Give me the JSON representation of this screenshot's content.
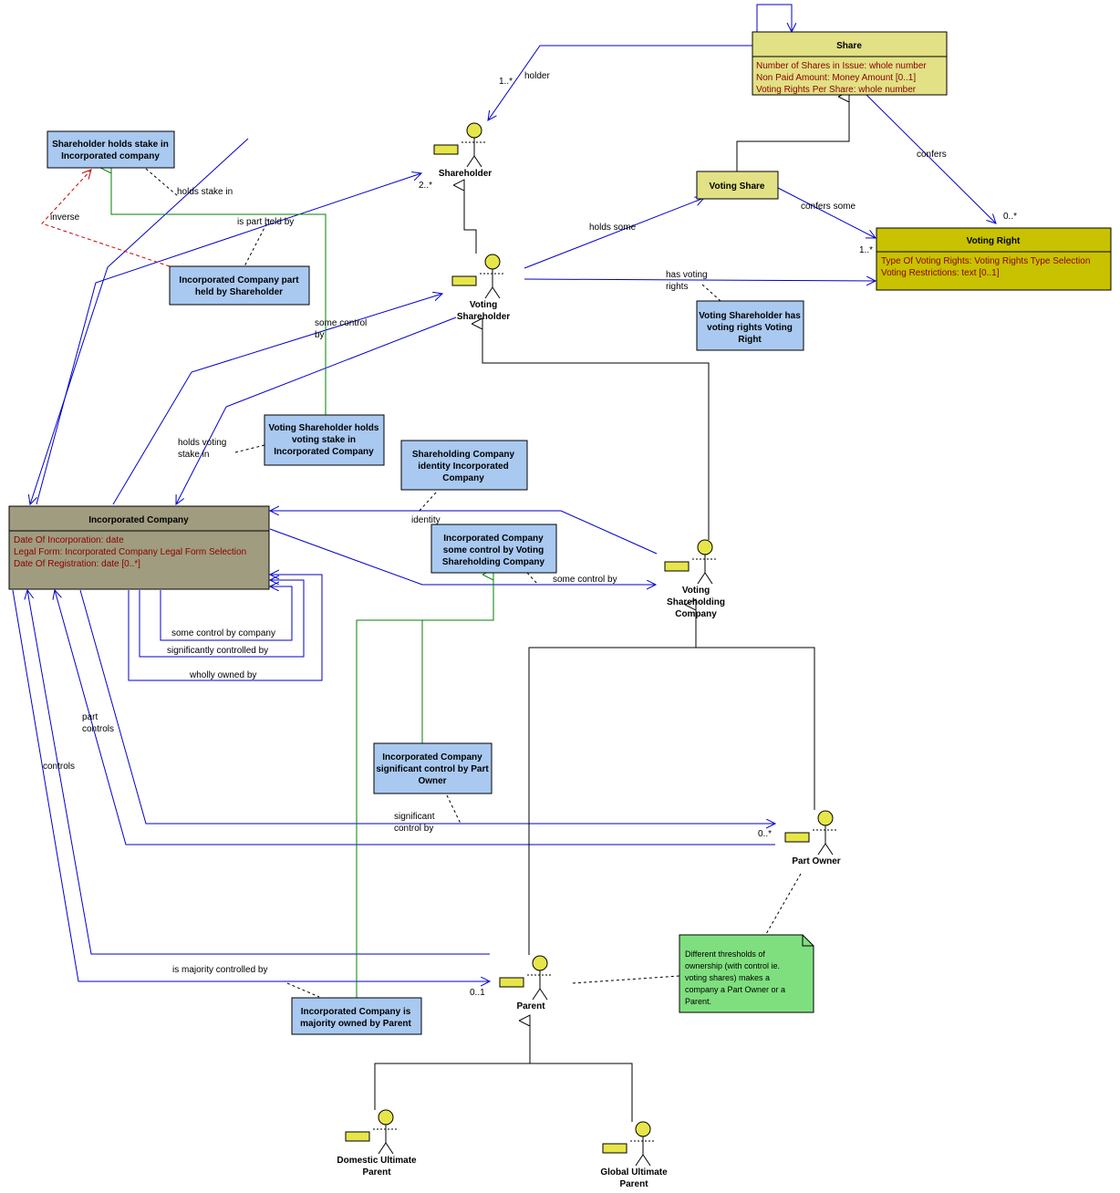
{
  "classes": {
    "share": {
      "title": "Share",
      "attrs": [
        "Number of Shares in Issue:  whole number",
        "Non Paid Amount:  Money Amount [0..1]",
        "Voting Rights Per Share:  whole number"
      ],
      "fill": "#e2e185"
    },
    "voting_share": {
      "title": "Voting Share",
      "fill": "#e2e185"
    },
    "voting_right": {
      "title": "Voting Right",
      "attrs": [
        "Type Of Voting Rights:  Voting Rights Type Selection",
        "Voting Restrictions:  text [0..1]"
      ],
      "fill": "#c8c200"
    },
    "incorporated_company": {
      "title": "Incorporated Company",
      "attrs": [
        "Date Of Incorporation:  date",
        "Legal Form:  Incorporated Company Legal Form Selection",
        "Date Of Registration:  date [0..*]"
      ],
      "fill": "#a09c7f"
    }
  },
  "association_classes": {
    "shareholder_holds_stake": [
      "Shareholder holds stake in",
      "Incorporated company"
    ],
    "part_held": [
      "Incorporated Company part",
      "held by Shareholder"
    ],
    "voting_shareholder_rights": [
      "Voting Shareholder has",
      "voting rights Voting",
      "Right"
    ],
    "voting_stake": [
      "Voting Shareholder holds",
      "voting stake in",
      "Incorporated Company"
    ],
    "identity": [
      "Shareholding Company",
      "identity Incorporated",
      "Company"
    ],
    "some_control": [
      "Incorporated Company",
      "some control by Voting",
      "Shareholding Company"
    ],
    "significant_control": [
      "Incorporated Company",
      "significant control by Part",
      "Owner"
    ],
    "majority_owned": [
      "Incorporated Company is",
      "majority owned by Parent"
    ]
  },
  "actors": {
    "shareholder": [
      "Shareholder"
    ],
    "voting_shareholder": [
      "Voting",
      "Shareholder"
    ],
    "voting_shareholding_company": [
      "Voting",
      "Shareholding",
      "Company"
    ],
    "part_owner": [
      "Part Owner"
    ],
    "parent": [
      "Parent"
    ],
    "domestic_ultimate_parent": [
      "Domestic Ultimate",
      "Parent"
    ],
    "global_ultimate_parent": [
      "Global Ultimate",
      "Parent"
    ]
  },
  "labels": {
    "holder": "holder",
    "holder_mult": "1..*",
    "confers": "confers",
    "confers_mult": "0..*",
    "confers_some": "confers some",
    "voting_right_mult": "1..*",
    "holds_some": "holds some",
    "has_voting_rights": [
      "has voting",
      "rights"
    ],
    "holds_stake_in": "holds stake in",
    "inverse": "inverse",
    "is_part_held_by": "is part held by",
    "shareholder_mult": "2..*",
    "some_control_by": [
      "some control",
      "by"
    ],
    "holds_voting_stake_in": [
      "holds voting",
      "stake in"
    ],
    "identity": "identity",
    "some_control_by_2": "some control by",
    "some_control_by_company": "some control by company",
    "significantly_controlled_by": "significantly controlled by",
    "wholly_owned_by": "wholly owned by",
    "part_controls": [
      "part",
      "controls"
    ],
    "controls": "controls",
    "significant_control_by": [
      "significant",
      "control by"
    ],
    "part_owner_mult": "0..*",
    "is_majority_controlled_by": "is majority controlled by",
    "parent_mult": "0..1"
  },
  "note": {
    "lines": [
      "Different thresholds of",
      "ownership (with control ie.",
      "voting shares) makes a",
      "company a Part Owner or a",
      "Parent."
    ],
    "fill": "#7fdf7f"
  },
  "colors": {
    "association": "#0000cc",
    "generalization": "#000000",
    "assoc_class_link": "#008000",
    "inverse": "#cc0000",
    "note_box": "#a9c9f0",
    "actor_head": "#e6e64a",
    "attr_text": "#8b0000"
  }
}
